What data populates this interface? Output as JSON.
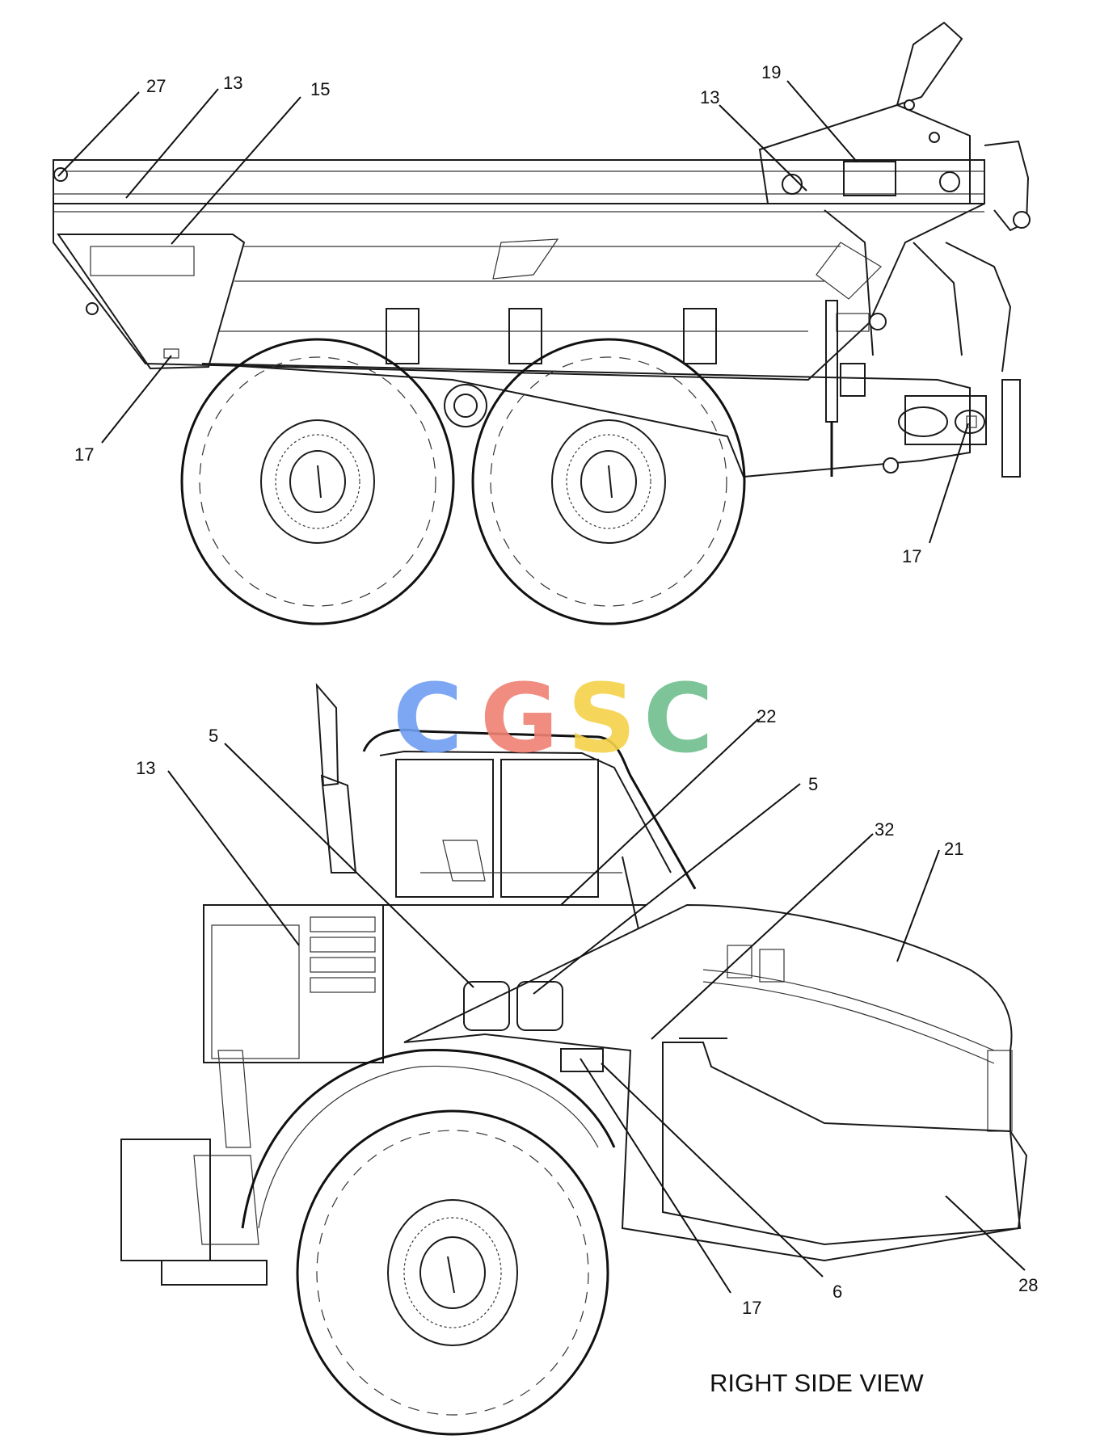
{
  "view_title": "RIGHT SIDE VIEW",
  "watermark": {
    "letters": [
      "C",
      "G",
      "S",
      "C"
    ],
    "colors": [
      "#6f9ef2",
      "#f08073",
      "#f5d24a",
      "#6fbf8f"
    ]
  },
  "callouts": {
    "top": {
      "c27": "27",
      "c13a": "13",
      "c15": "15",
      "c13b": "13",
      "c19": "19",
      "c17a": "17",
      "c17b": "17"
    },
    "bottom": {
      "c5a": "5",
      "c22": "22",
      "c13": "13",
      "c5b": "5",
      "c32": "32",
      "c21": "21",
      "c17": "17",
      "c6": "6",
      "c28": "28"
    }
  }
}
